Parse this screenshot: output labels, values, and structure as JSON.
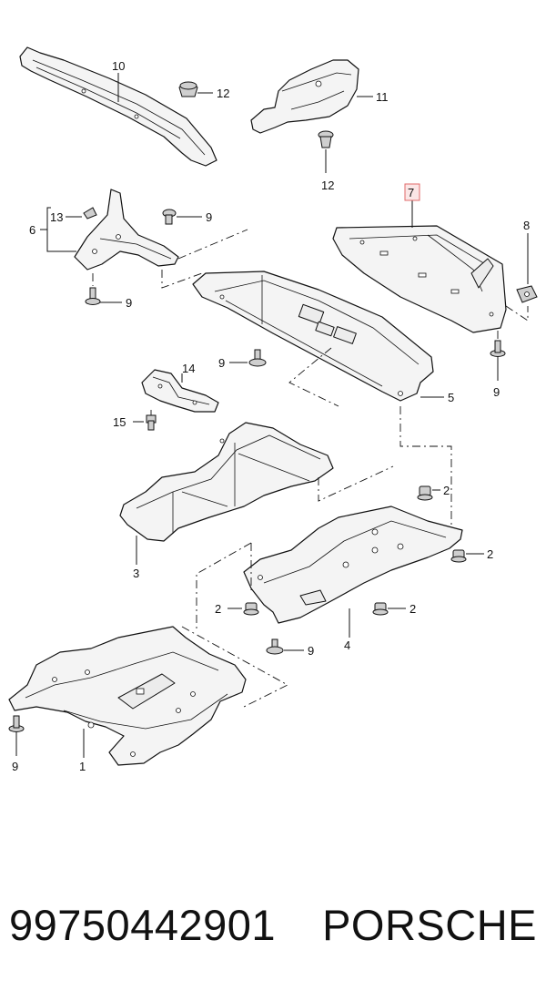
{
  "diagram": {
    "callouts": {
      "c10": "10",
      "c12a": "12",
      "c11": "11",
      "c12b": "12",
      "c7": "7",
      "c8": "8",
      "c13": "13",
      "c6": "6",
      "c9a": "9",
      "c9b": "9",
      "c9c": "9",
      "c9d": "9",
      "c5": "5",
      "c14": "14",
      "c15": "15",
      "c2a": "2",
      "c2b": "2",
      "c2c": "2",
      "c2d": "2",
      "c3": "3",
      "c4": "4",
      "c9e": "9",
      "c9f": "9",
      "c1": "1"
    },
    "highlight_color": "#e06a6a"
  },
  "footer": {
    "part_number": "99750442901",
    "brand": "PORSCHE"
  }
}
